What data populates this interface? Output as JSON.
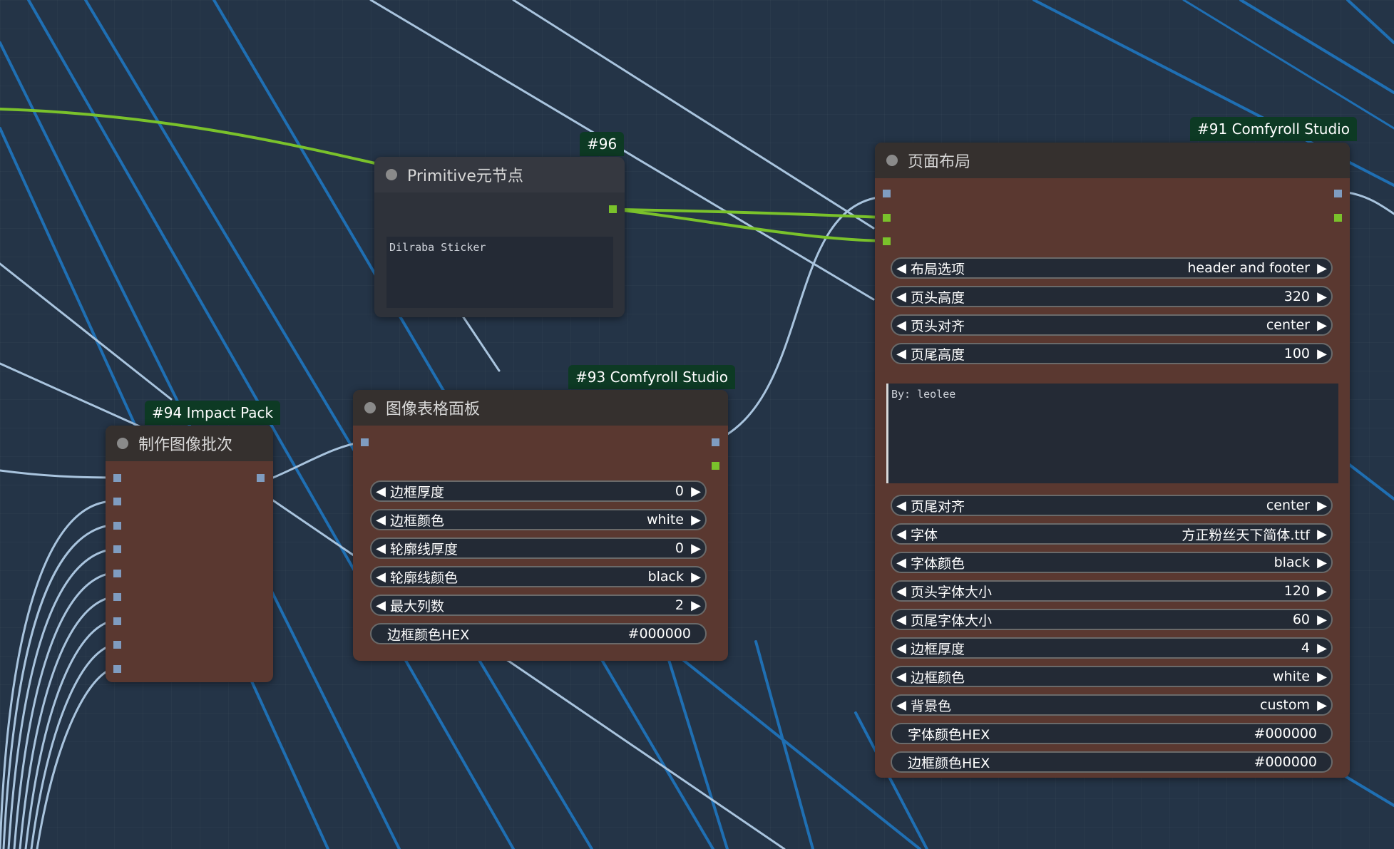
{
  "colors": {
    "canvas": "#243447",
    "wire_image": "#a9c4de",
    "wire_dark": "#1f6fb3",
    "wire_string": "#7ac22b",
    "node_body": "#5a3830",
    "node_header": "#35302e",
    "badge": "#0d3a24"
  },
  "nodes": {
    "primitive": {
      "badge": "#96",
      "title": "Primitive元节点",
      "text": "Dilraba Sticker"
    },
    "batch": {
      "badge": "#94 Impact Pack",
      "title": "制作图像批次"
    },
    "grid": {
      "badge": "#93 Comfyroll Studio",
      "title": "图像表格面板",
      "widgets": [
        {
          "label": "边框厚度",
          "value": "0"
        },
        {
          "label": "边框颜色",
          "value": "white"
        },
        {
          "label": "轮廓线厚度",
          "value": "0"
        },
        {
          "label": "轮廓线颜色",
          "value": "black"
        },
        {
          "label": "最大列数",
          "value": "2"
        }
      ],
      "hex": {
        "label": "边框颜色HEX",
        "value": "#000000"
      }
    },
    "layout": {
      "badge": "#91 Comfyroll Studio",
      "title": "页面布局",
      "widgets_top": [
        {
          "label": "布局选项",
          "value": "header and footer"
        },
        {
          "label": "页头高度",
          "value": "320"
        },
        {
          "label": "页头对齐",
          "value": "center"
        },
        {
          "label": "页尾高度",
          "value": "100"
        }
      ],
      "footer_text": "By: leolee",
      "widgets_bottom": [
        {
          "label": "页尾对齐",
          "value": "center"
        },
        {
          "label": "字体",
          "value": "方正粉丝天下简体.ttf"
        },
        {
          "label": "字体颜色",
          "value": "black"
        },
        {
          "label": "页头字体大小",
          "value": "120"
        },
        {
          "label": "页尾字体大小",
          "value": "60"
        },
        {
          "label": "边框厚度",
          "value": "4"
        },
        {
          "label": "边框颜色",
          "value": "white"
        },
        {
          "label": "背景色",
          "value": "custom"
        }
      ],
      "hex": [
        {
          "label": "字体颜色HEX",
          "value": "#000000"
        },
        {
          "label": "边框颜色HEX",
          "value": "#000000"
        }
      ]
    }
  }
}
